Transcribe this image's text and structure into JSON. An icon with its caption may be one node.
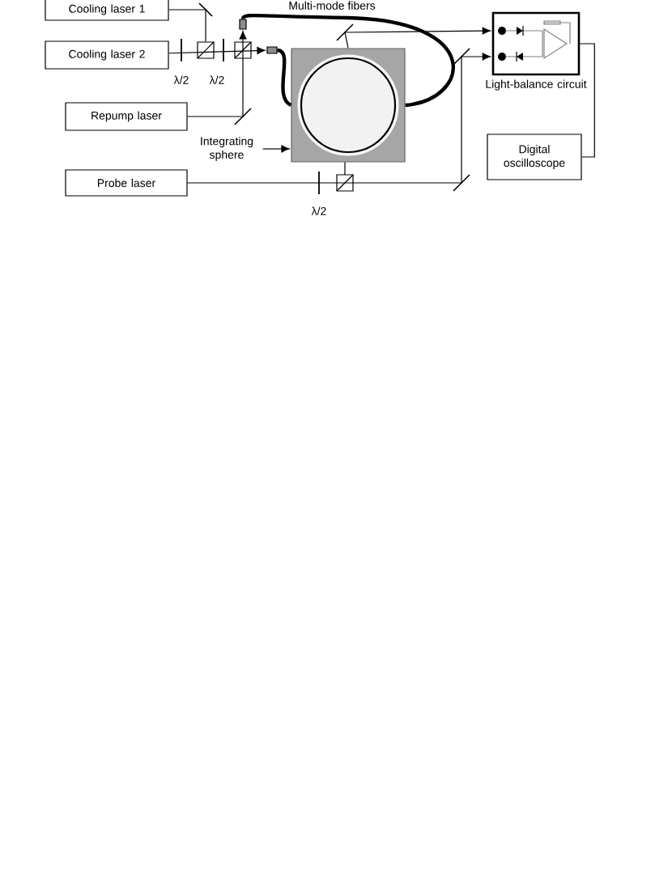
{
  "diagram": {
    "nodes": [
      {
        "text": [
          "Cooling laser 1"
        ]
      },
      {
        "text": [
          "Cooling laser 2"
        ]
      },
      {
        "text": [
          "Repump  laser"
        ]
      },
      {
        "text": [
          "Probe laser"
        ]
      },
      {
        "text": [],
        "shape": "box"
      },
      {
        "text": [
          "Integrating sphere"
        ]
      },
      {
        "text": [
          "Light-balance circuit"
        ]
      },
      {
        "text": [
          "Digital oscilloscope"
        ]
      },
      {
        "text": [],
        "shape": "box"
      },
      {
        "text": [],
        "shape": "box"
      },
      {
        "text": [],
        "shape": "box"
      }
    ],
    "edges": [
      {
        "from": 0,
        "to": 10,
        "arrow": "none"
      },
      {
        "from": 1,
        "to": 8,
        "arrow": "to"
      },
      {
        "from": 2,
        "to": 9,
        "arrow": "to"
      },
      {
        "from": 8,
        "to": 4,
        "arrow": "none",
        "style": "thick"
      },
      {
        "from": 9,
        "to": 4,
        "arrow": "none",
        "style": "thick"
      },
      {
        "from": 3,
        "to": 6,
        "arrow": "to"
      },
      {
        "from": 4,
        "to": 6,
        "arrow": "to"
      },
      {
        "from": 5,
        "to": 4,
        "arrow": "to"
      },
      {
        "from": 6,
        "to": 7,
        "arrow": "none"
      }
    ],
    "labels": [
      "Multi-mode fibers",
      "λ/2",
      "λ/2",
      "λ/2"
    ]
  }
}
